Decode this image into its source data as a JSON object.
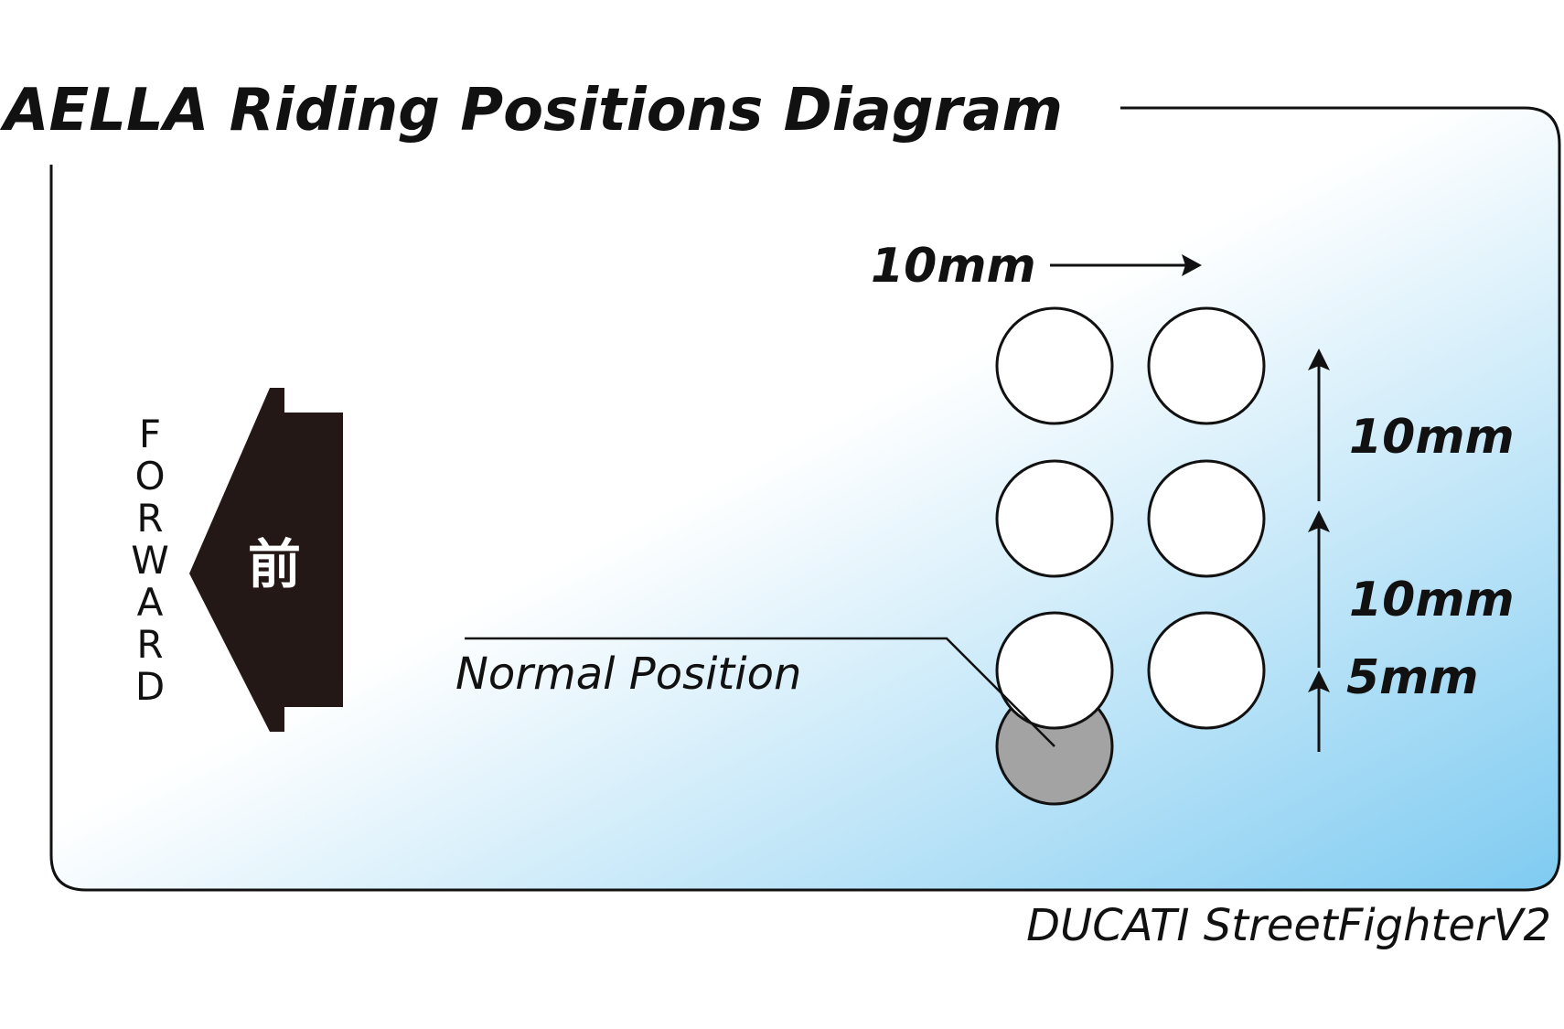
{
  "title": "AELLA Riding Positions Diagram",
  "direction": {
    "word": "FORWARD",
    "kanji": "前"
  },
  "dimensions": {
    "horizontal": "10mm",
    "vertical_top": "10mm",
    "vertical_middle": "10mm",
    "vertical_bottom": "5mm"
  },
  "normal_position_label": "Normal Position",
  "model": "DUCATI StreetFighterV2",
  "colors": {
    "gradient_start": "#ffffff",
    "gradient_end": "#7fcbf1",
    "normal_position_fill": "#a3a3a3",
    "outline": "#111111"
  }
}
